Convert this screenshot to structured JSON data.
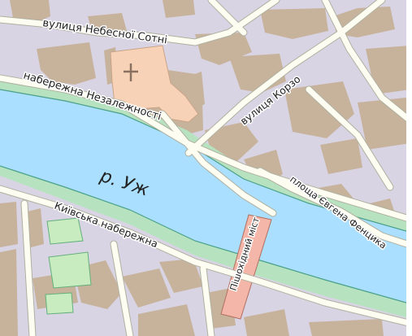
{
  "map": {
    "colors": {
      "river": "#aadfff",
      "embankment_green": "#b6e2c0",
      "park": "#c9ebc0",
      "urban": "#d9d4e4",
      "building": "#c7b39c",
      "landmark": "#f8d2b6",
      "road": "#fdfdf2",
      "road_casing": "#b0b0a0",
      "bridge": "#f3b6a8"
    },
    "labels": {
      "river": "р. Уж",
      "street_nebesnoi": "вулиця Небесної Сотні",
      "street_korzo": "вулиця Корзо",
      "embankment_nezalezhnosti": "набережна Незалежності",
      "embankment_kyivska": "Київська набережна",
      "square_fentsyka": "площа Євгена Фенцика",
      "pedestrian_bridge": "Пішохідний міст"
    }
  }
}
